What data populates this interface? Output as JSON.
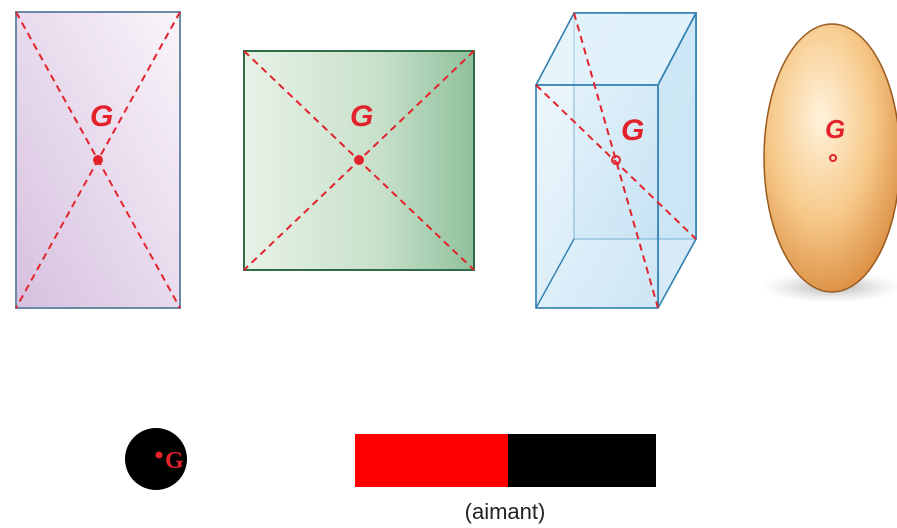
{
  "figures": {
    "rectangle": {
      "center_label": "G"
    },
    "square": {
      "center_label": "G"
    },
    "box": {
      "center_label": "G"
    },
    "ellipse": {
      "center_label": "G"
    },
    "disc": {
      "center_label": "G"
    },
    "magnet": {
      "caption": "(aimant)"
    }
  },
  "colors": {
    "diagonal": "#e3232c",
    "center_point": "#e3232c",
    "rectangle_fill_light": "#f7f2f8",
    "rectangle_fill_dark": "#d9c6e1",
    "square_fill_light": "#e6f1e6",
    "square_fill_dark": "#8fbf9b",
    "box_fill": "#cfe8f6",
    "box_edge": "#2f7fb1",
    "ellipse_fill_light": "#fde8c8",
    "ellipse_fill_dark": "#e7a45c",
    "disc_fill": "#000000",
    "magnet_north": "#ff0000",
    "magnet_south": "#000000"
  }
}
